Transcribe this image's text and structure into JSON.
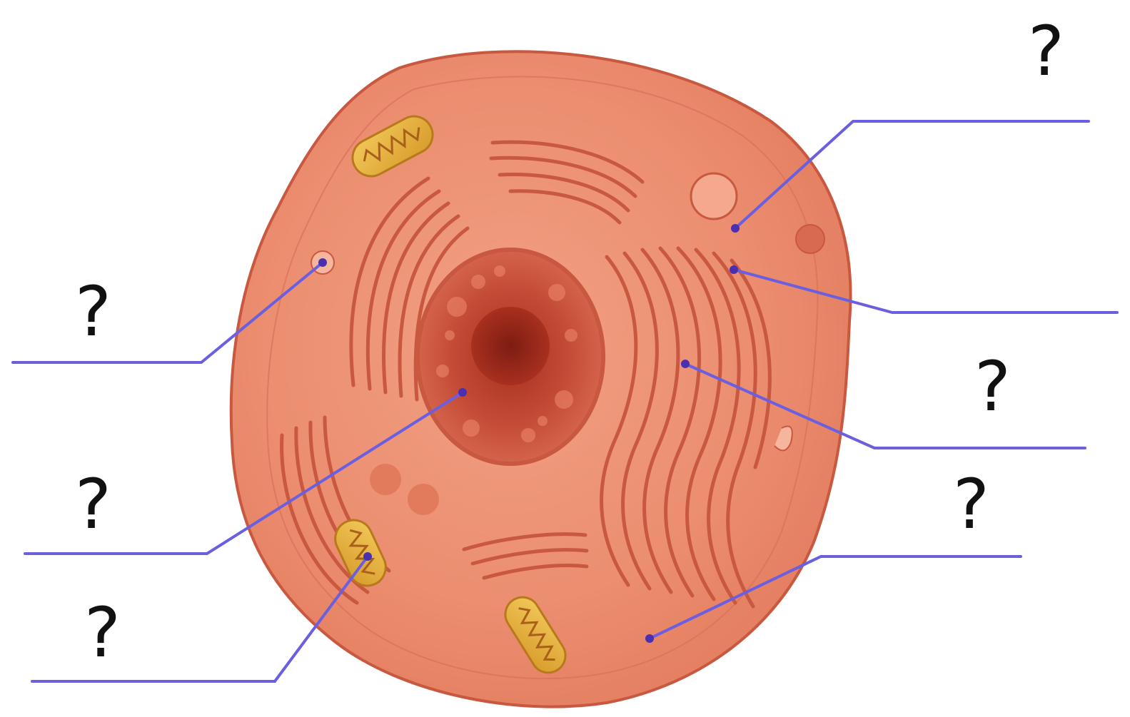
{
  "diagram": {
    "labels": [
      {
        "id": "top-right",
        "text": "?"
      },
      {
        "id": "right-upper",
        "text": "?"
      },
      {
        "id": "right-middle",
        "text": "?"
      },
      {
        "id": "right-lower",
        "text": "?"
      },
      {
        "id": "left-upper",
        "text": "?"
      },
      {
        "id": "left-middle",
        "text": "?"
      },
      {
        "id": "left-lower",
        "text": "?"
      }
    ],
    "colors": {
      "leader_line": "#6a5fe0",
      "leader_dot": "#4a2fb0",
      "cytoplasm": "#e8876a",
      "membrane_edge": "#c8583f",
      "nucleus": "#b8402f",
      "nucleolus": "#8f2418",
      "mitochondria": "#e3b23c",
      "er_fold": "#d66a50"
    }
  }
}
